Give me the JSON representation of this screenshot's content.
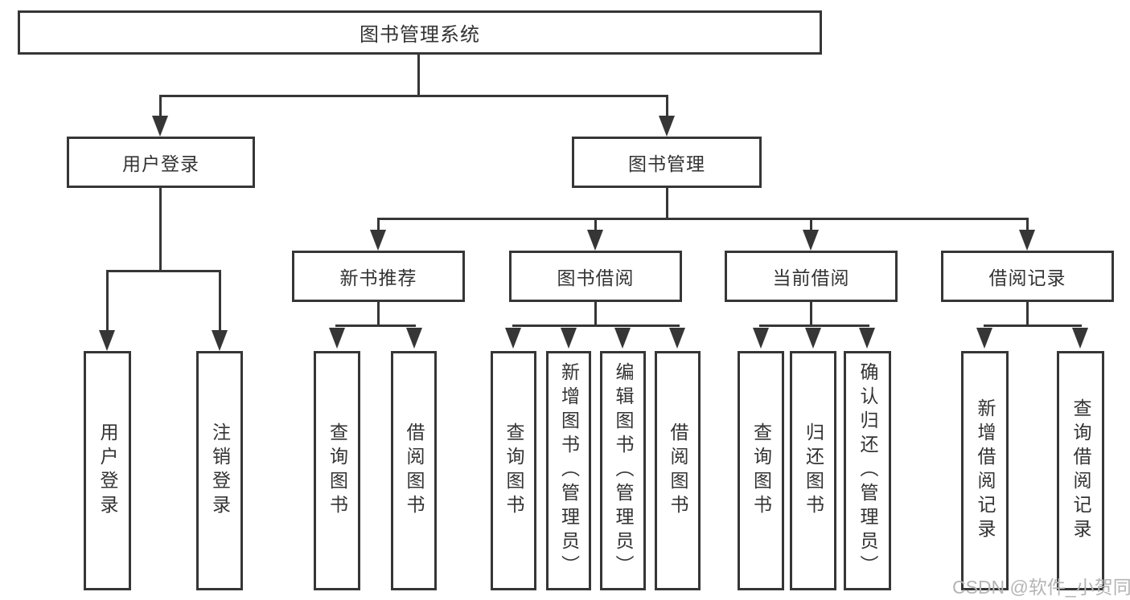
{
  "root": {
    "label": "图书管理系统"
  },
  "level2": {
    "login": {
      "label": "用户登录"
    },
    "mgmt": {
      "label": "图书管理"
    }
  },
  "level3": {
    "newbook": {
      "label": "新书推荐"
    },
    "borrow": {
      "label": "图书借阅"
    },
    "current": {
      "label": "当前借阅"
    },
    "records": {
      "label": "借阅记录"
    }
  },
  "leaves": {
    "login": [
      "用户登录",
      "注销登录"
    ],
    "newbook": [
      "查询图书",
      "借阅图书"
    ],
    "borrow": [
      "查询图书",
      "新增图书（管理员）",
      "编辑图书（管理员）",
      "借阅图书"
    ],
    "current": [
      "查询图书",
      "归还图书",
      "确认归还（管理员）"
    ],
    "records": [
      "新增借阅记录",
      "查询借阅记录"
    ]
  },
  "watermark": "CSDN @软件_小贺同学",
  "colors": {
    "line": "#363636",
    "text": "#333333",
    "box_background": "#ffffff",
    "watermark": "#b5b5b5"
  }
}
